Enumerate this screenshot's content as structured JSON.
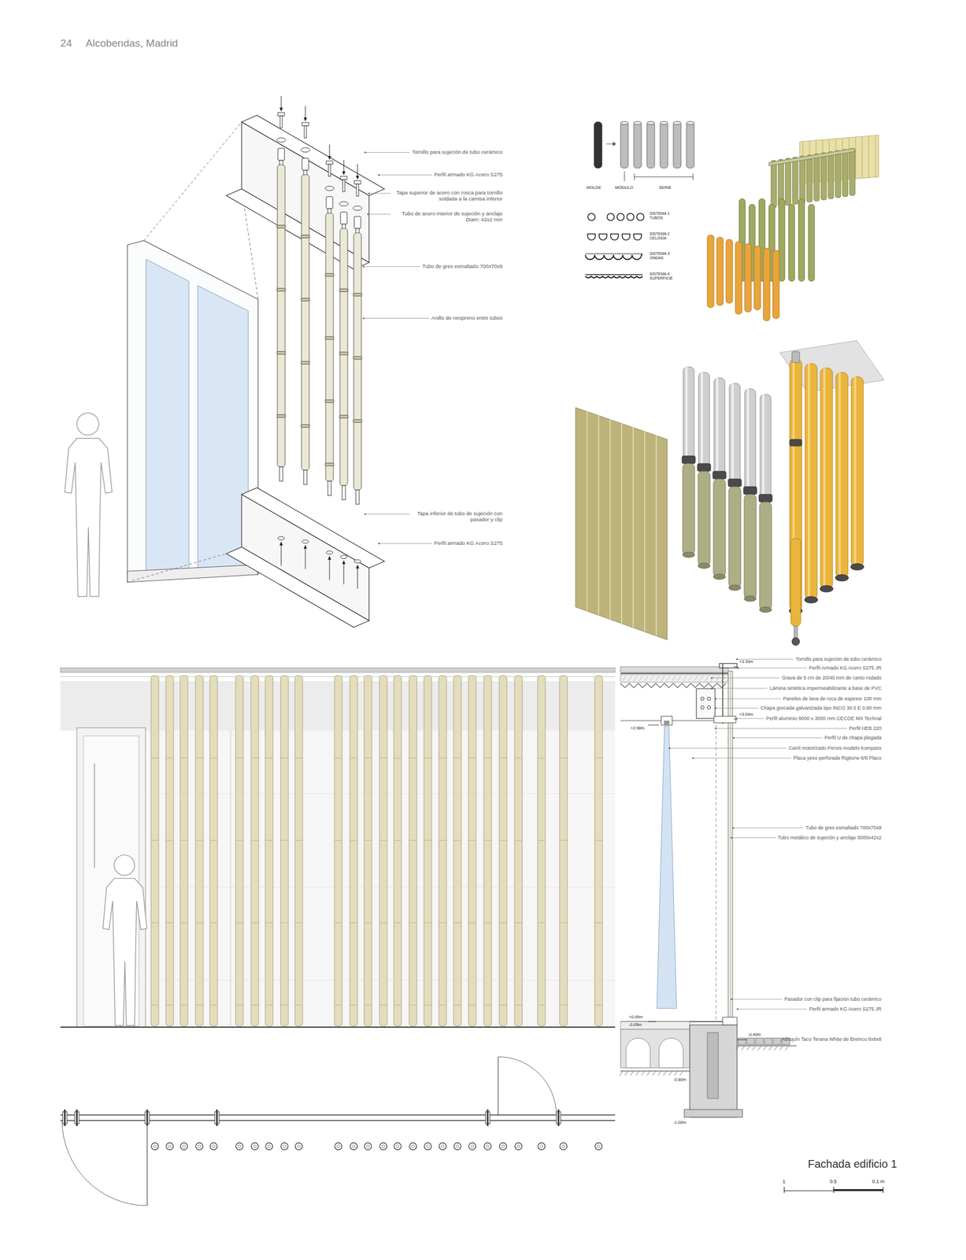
{
  "diagram": {
    "caption": "Fachada edificio 1",
    "labels": [
      "24",
      "Alcobendas, Madrid",
      "Tornillo para sujeción de tubo cerámico",
      "Perfil armado KG Acero S275",
      "Tapa superior de acero con rosca para tornillo soldada a la camisa inferior",
      "Tubo de acero interior de sujeción y anclaje Diam: 42x2 mm",
      "Tubo de gres esmaltado 700x70x8",
      "Anillo de neopreno entre tubos",
      "Tapa inferior de tubo de sujeción con pasador y clip",
      "Perfil armado KG Acero S275",
      "MOLDE",
      "MÓDULO",
      "SERIE",
      "SISTEMA 1 TUBOS",
      "SISTEMA 2 CELOSÍA",
      "SISTEMA 3 ONDAS",
      "SISTEMA 4 SUPERFICIE",
      "Tornillo para sujeción de tubo cerámico",
      "Perfil Armado KG Acero S275 JR",
      "Grava de 5 cm de 20/40 mm de canto rodado",
      "Lámina sintética impermeabilizante a base de PVC",
      "Paneles de lana de roca de espesor 100 mm",
      "Chapa grecada galvanizada tipo INCO 30.5 E 0.80 mm",
      "Perfil aluminio 9000 x 3000 mm CECOE MX Technal",
      "Perfil HEB 220",
      "Perfil U de chapa plegada",
      "Carril motorizado Peroni modelo Kompass",
      "Placa yeso perforada Rigitone 6/8 Placo",
      "Tubo de gres esmaltado 700x70x8",
      "Tubo metálico de sujeción y anclaje 3000x42x2",
      "Pasador con clip para fijación tubo cerámico",
      "Perfil armado KG Acero S275 JR",
      "Adoquín Taco Terana White de Breinco 8x8x8",
      "+3.33m",
      "+3.09m",
      "+2.98m",
      "+0.00m",
      "-0.05m",
      "-0.40m",
      "-0.80m",
      "-1.00m",
      "1",
      "0.5",
      "0.1 m"
    ]
  }
}
